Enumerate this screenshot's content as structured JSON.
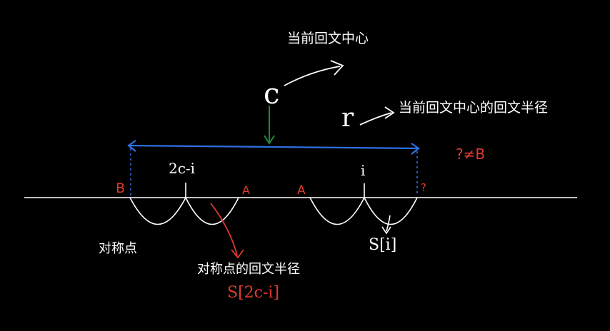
{
  "labels": {
    "center_title": "当前回文中心",
    "center_symbol": "c",
    "radius_title": "当前回文中心的回文半径",
    "radius_symbol": "r",
    "inequality": "?≠B",
    "mirror_index": "2c-i",
    "index_i": "i",
    "left_b": "B",
    "left_a": "A",
    "right_a": "A",
    "right_q": "?",
    "mirror_point": "对称点",
    "mirror_radius": "对称点的回文半径",
    "s_mirror": "S[2c-i]",
    "s_i": "S[i]"
  },
  "colors": {
    "background": "#000000",
    "stroke": "#ffffff",
    "accent_red": "#e03a2e",
    "accent_blue": "#2f6fe0",
    "accent_green": "#1a8a3a"
  }
}
